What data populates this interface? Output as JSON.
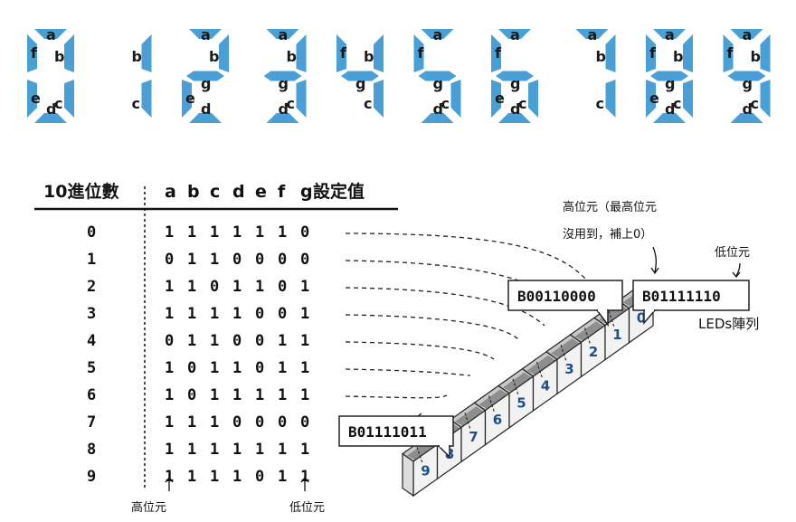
{
  "digits": [
    {
      "glyph": "0",
      "segments": "abcdef",
      "labels": {
        "a": "a",
        "b": "b",
        "c": "c",
        "d": "d",
        "e": "e",
        "f": "f"
      }
    },
    {
      "glyph": "1",
      "segments": "bc",
      "labels": {
        "b": "b",
        "c": "c"
      }
    },
    {
      "glyph": "2",
      "segments": "abdeg",
      "labels": {
        "a": "a",
        "b": "b",
        "g": "g",
        "e": "e",
        "d": "d"
      }
    },
    {
      "glyph": "3",
      "segments": "abcdg",
      "labels": {
        "a": "a",
        "b": "b",
        "g": "g",
        "c": "c",
        "d": "d"
      }
    },
    {
      "glyph": "4",
      "segments": "bcfg",
      "labels": {
        "f": "f",
        "b": "b",
        "g": "g",
        "c": "c"
      }
    },
    {
      "glyph": "5",
      "segments": "acdfg",
      "labels": {
        "a": "a",
        "f": "f",
        "g": "g",
        "c": "c",
        "d": "d"
      }
    },
    {
      "glyph": "6",
      "segments": "acdefg",
      "labels": {
        "a": "a",
        "f": "f",
        "g": "g",
        "e": "e",
        "c": "c",
        "d": "d"
      }
    },
    {
      "glyph": "7",
      "segments": "abc",
      "labels": {
        "a": "a",
        "b": "b",
        "c": "c"
      }
    },
    {
      "glyph": "8",
      "segments": "abcdefg",
      "labels": {
        "a": "a",
        "b": "b",
        "f": "f",
        "g": "g",
        "e": "e",
        "c": "c",
        "d": "d"
      }
    },
    {
      "glyph": "9",
      "segments": "abcdfg",
      "labels": {
        "a": "a",
        "b": "b",
        "f": "f",
        "g": "g",
        "c": "c",
        "d": "d"
      }
    }
  ],
  "segment_color": "#4a9fd5",
  "table": {
    "header_decimal": "10進位數",
    "header_bits": [
      "a",
      "b",
      "c",
      "d",
      "e",
      "f",
      "g"
    ],
    "header_value": "設定值",
    "rows": [
      {
        "n": "0",
        "bits": [
          "1",
          "1",
          "1",
          "1",
          "1",
          "1",
          "0"
        ]
      },
      {
        "n": "1",
        "bits": [
          "0",
          "1",
          "1",
          "0",
          "0",
          "0",
          "0"
        ]
      },
      {
        "n": "2",
        "bits": [
          "1",
          "1",
          "0",
          "1",
          "1",
          "0",
          "1"
        ]
      },
      {
        "n": "3",
        "bits": [
          "1",
          "1",
          "1",
          "1",
          "0",
          "0",
          "1"
        ]
      },
      {
        "n": "4",
        "bits": [
          "0",
          "1",
          "1",
          "0",
          "0",
          "1",
          "1"
        ]
      },
      {
        "n": "5",
        "bits": [
          "1",
          "0",
          "1",
          "1",
          "0",
          "1",
          "1"
        ]
      },
      {
        "n": "6",
        "bits": [
          "1",
          "0",
          "1",
          "1",
          "1",
          "1",
          "1"
        ]
      },
      {
        "n": "7",
        "bits": [
          "1",
          "1",
          "1",
          "0",
          "0",
          "0",
          "0"
        ]
      },
      {
        "n": "8",
        "bits": [
          "1",
          "1",
          "1",
          "1",
          "1",
          "1",
          "1"
        ]
      },
      {
        "n": "9",
        "bits": [
          "1",
          "1",
          "1",
          "1",
          "0",
          "1",
          "1"
        ]
      }
    ],
    "high_bit_label": "高位元",
    "low_bit_label": "低位元"
  },
  "leds": {
    "callout_left": "B00110000",
    "callout_right": "B01111110",
    "callout_bottom": "B01111011",
    "note_high_line1": "高位元（最高位元",
    "note_high_line2": "沒用到，補上0）",
    "note_low": "低位元",
    "array_label": "LEDs陣列",
    "box_numbers": [
      "9",
      "8",
      "7",
      "6",
      "5",
      "4",
      "3",
      "2",
      "1",
      "0"
    ],
    "box_color": "#1f4f86"
  }
}
